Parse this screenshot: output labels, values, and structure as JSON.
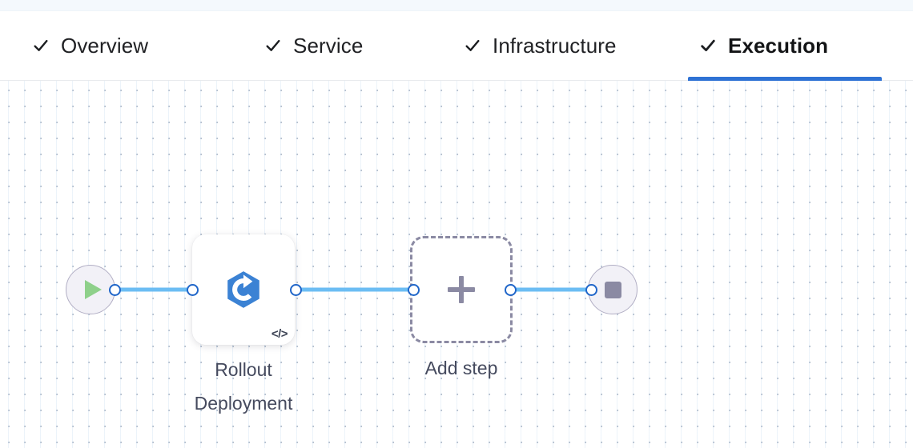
{
  "tabs": [
    {
      "id": "overview",
      "label": "Overview",
      "icon": "check-icon",
      "completed": true,
      "active": false
    },
    {
      "id": "service",
      "label": "Service",
      "icon": "check-icon",
      "completed": true,
      "active": false
    },
    {
      "id": "infrastructure",
      "label": "Infrastructure",
      "icon": "check-icon",
      "completed": true,
      "active": false
    },
    {
      "id": "execution",
      "label": "Execution",
      "icon": "check-icon",
      "completed": true,
      "active": true
    }
  ],
  "flow": {
    "nodes": [
      {
        "id": "start",
        "type": "start",
        "icon": "play-icon",
        "label": ""
      },
      {
        "id": "rollout",
        "type": "step",
        "icon": "rollout-deployment-icon",
        "badge": "</>",
        "label": "Rollout\nDeployment"
      },
      {
        "id": "add-step",
        "type": "add",
        "icon": "plus-icon",
        "label": "Add step"
      },
      {
        "id": "end",
        "type": "end",
        "icon": "stop-icon",
        "label": ""
      }
    ],
    "edges": [
      {
        "from": "start",
        "to": "rollout"
      },
      {
        "from": "rollout",
        "to": "add-step"
      },
      {
        "from": "add-step",
        "to": "end"
      }
    ]
  },
  "colors": {
    "accent": "#2f72d4",
    "edge": "#6cbdf3",
    "handle_border": "#2066c9",
    "node_icon_blue": "#3b82d4",
    "start_play": "#8ed08a",
    "stop_square": "#8b8aa3",
    "dashed_border": "#8b8aa3",
    "caption_text": "#454a5e",
    "tab_text": "#202124",
    "canvas_dot": "#b8c2cf"
  }
}
